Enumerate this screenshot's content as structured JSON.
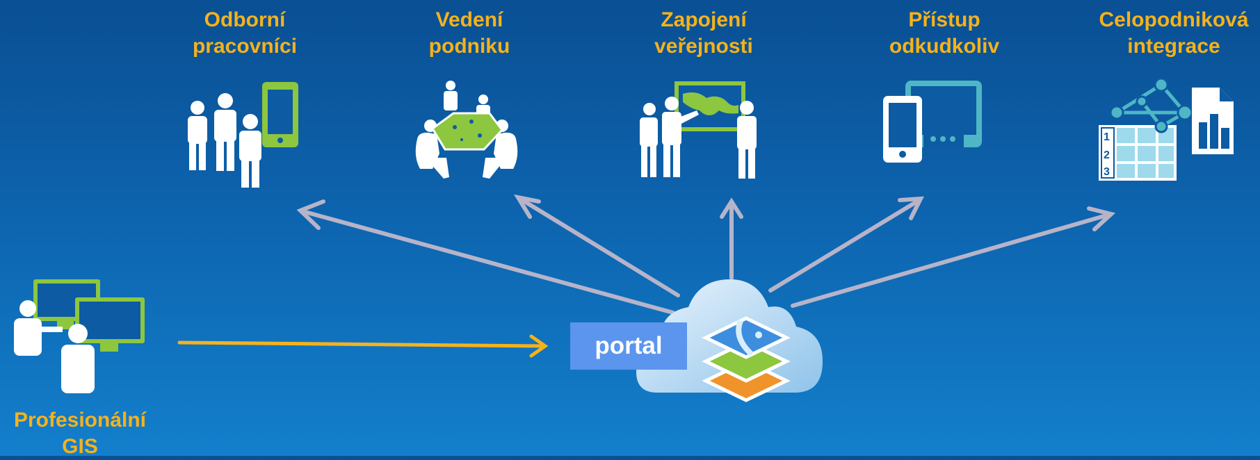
{
  "targets": [
    {
      "line1": "Odborní",
      "line2": "pracovníci",
      "icon": "field-workers-icon"
    },
    {
      "line1": "Vedení",
      "line2": "podniku",
      "icon": "meeting-icon"
    },
    {
      "line1": "Zapojení",
      "line2": "veřejnosti",
      "icon": "presentation-map-icon"
    },
    {
      "line1": "Přístup",
      "line2": "odkudkoliv",
      "icon": "devices-icon"
    },
    {
      "line1": "Celopodniková",
      "line2": "integrace",
      "icon": "integration-icon"
    }
  ],
  "source": {
    "line1": "Profesionální",
    "line2": "GIS",
    "icon": "gis-professionals-icon"
  },
  "portal": {
    "label": "portal",
    "icon": "cloud-icon"
  },
  "colors": {
    "label": "#f5b21b",
    "green": "#8dc63f",
    "teal": "#4fb6c6",
    "arrow": "#b7b4c9",
    "source_arrow": "#f5b21b",
    "portal_box": "#5b95ee"
  }
}
